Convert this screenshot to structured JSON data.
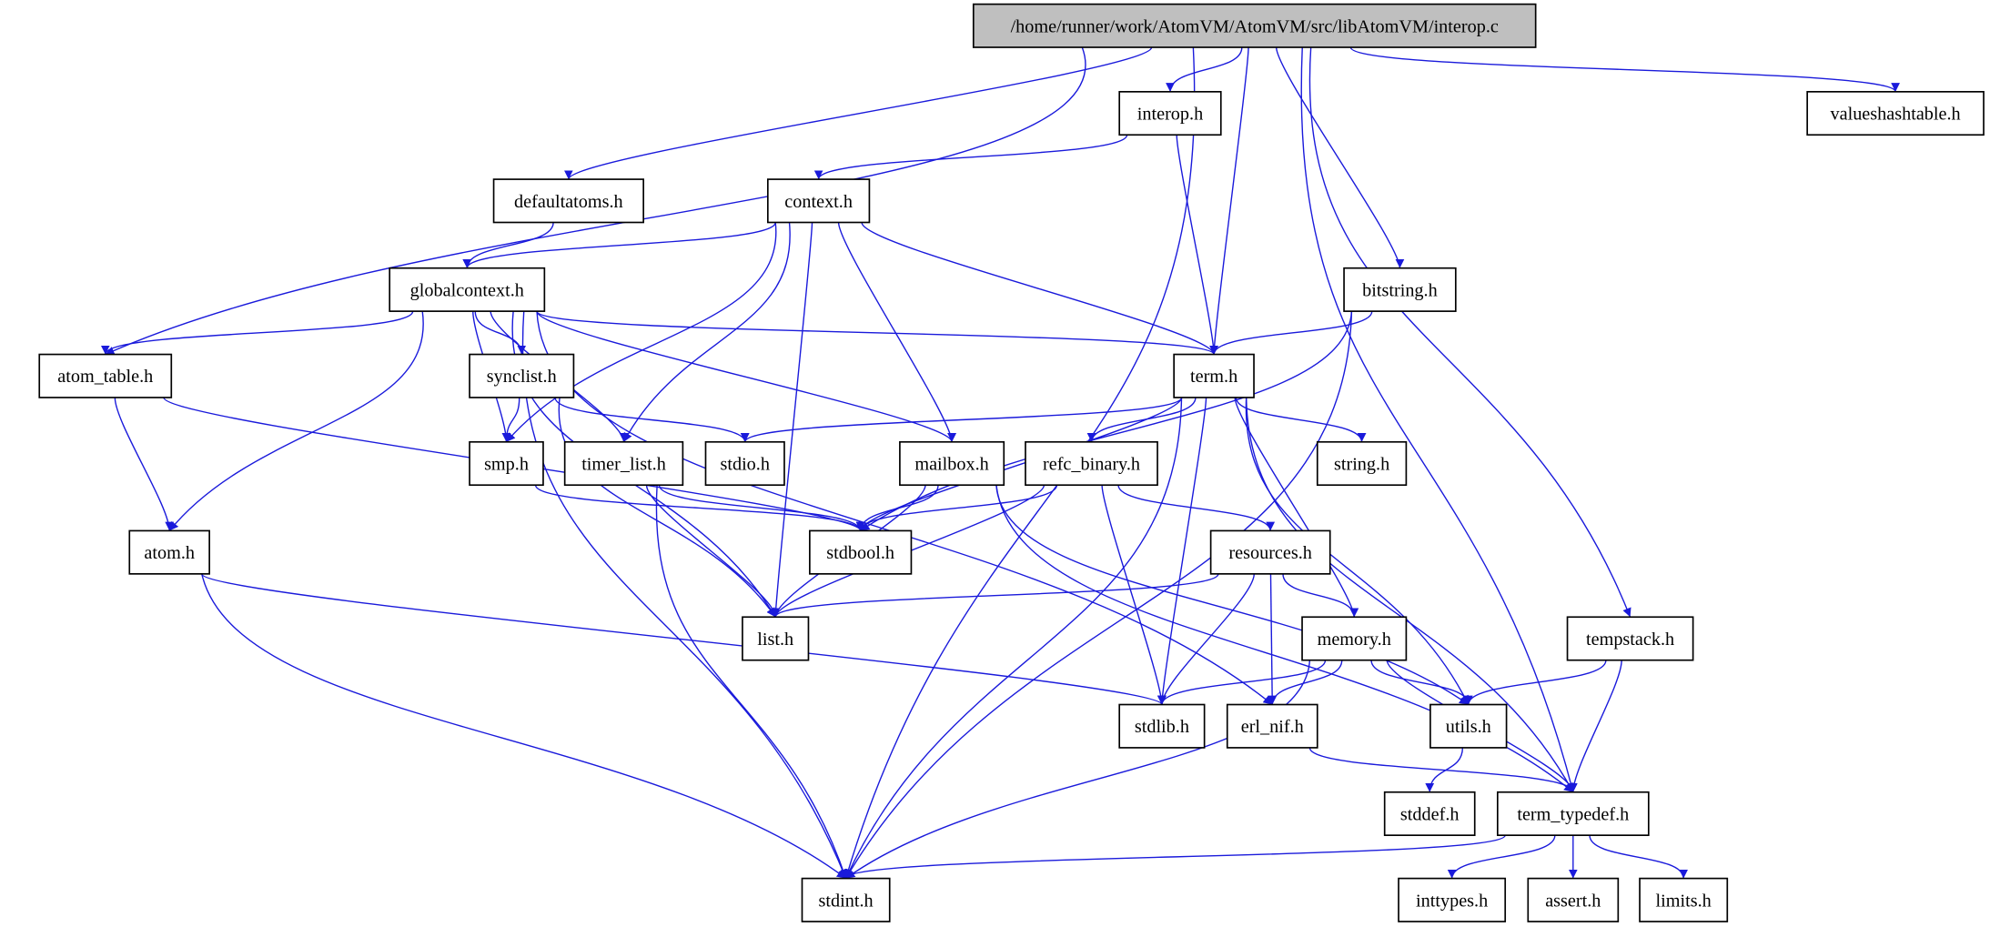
{
  "graph": {
    "type": "include-dependency-graph",
    "root": "/home/runner/work/AtomVM/AtomVM/src/libAtomVM/interop.c",
    "colors": {
      "root_fill": "#bfbfbf",
      "edge": "#1a1adb",
      "node_border": "#000000"
    },
    "nodes": [
      {
        "id": "interop_c",
        "label": "/home/runner/work/AtomVM/AtomVM/src/libAtomVM/interop.c"
      },
      {
        "id": "interop_h",
        "label": "interop.h"
      },
      {
        "id": "valueshashtable_h",
        "label": "valueshashtable.h"
      },
      {
        "id": "defaultatoms_h",
        "label": "defaultatoms.h"
      },
      {
        "id": "context_h",
        "label": "context.h"
      },
      {
        "id": "globalcontext_h",
        "label": "globalcontext.h"
      },
      {
        "id": "bitstring_h",
        "label": "bitstring.h"
      },
      {
        "id": "atom_table_h",
        "label": "atom_table.h"
      },
      {
        "id": "synclist_h",
        "label": "synclist.h"
      },
      {
        "id": "term_h",
        "label": "term.h"
      },
      {
        "id": "smp_h",
        "label": "smp.h"
      },
      {
        "id": "timer_list_h",
        "label": "timer_list.h"
      },
      {
        "id": "stdio_h",
        "label": "stdio.h"
      },
      {
        "id": "mailbox_h",
        "label": "mailbox.h"
      },
      {
        "id": "refc_binary_h",
        "label": "refc_binary.h"
      },
      {
        "id": "string_h",
        "label": "string.h"
      },
      {
        "id": "atom_h",
        "label": "atom.h"
      },
      {
        "id": "stdbool_h",
        "label": "stdbool.h"
      },
      {
        "id": "resources_h",
        "label": "resources.h"
      },
      {
        "id": "list_h",
        "label": "list.h"
      },
      {
        "id": "memory_h",
        "label": "memory.h"
      },
      {
        "id": "tempstack_h",
        "label": "tempstack.h"
      },
      {
        "id": "stdlib_h",
        "label": "stdlib.h"
      },
      {
        "id": "erl_nif_h",
        "label": "erl_nif.h"
      },
      {
        "id": "utils_h",
        "label": "utils.h"
      },
      {
        "id": "stddef_h",
        "label": "stddef.h"
      },
      {
        "id": "term_typedef_h",
        "label": "term_typedef.h"
      },
      {
        "id": "stdint_h",
        "label": "stdint.h"
      },
      {
        "id": "inttypes_h",
        "label": "inttypes.h"
      },
      {
        "id": "assert_h",
        "label": "assert.h"
      },
      {
        "id": "limits_h",
        "label": "limits.h"
      }
    ],
    "edges": [
      [
        "interop_c",
        "stdint_h"
      ],
      [
        "interop_c",
        "atom_table_h"
      ],
      [
        "interop_c",
        "defaultatoms_h"
      ],
      [
        "interop_c",
        "interop_h"
      ],
      [
        "interop_c",
        "term_h"
      ],
      [
        "interop_c",
        "bitstring_h"
      ],
      [
        "interop_c",
        "tempstack_h"
      ],
      [
        "interop_c",
        "term_typedef_h"
      ],
      [
        "interop_c",
        "valueshashtable_h"
      ],
      [
        "interop_h",
        "context_h"
      ],
      [
        "interop_h",
        "term_h"
      ],
      [
        "defaultatoms_h",
        "globalcontext_h"
      ],
      [
        "context_h",
        "globalcontext_h"
      ],
      [
        "context_h",
        "smp_h"
      ],
      [
        "context_h",
        "timer_list_h"
      ],
      [
        "context_h",
        "list_h"
      ],
      [
        "context_h",
        "mailbox_h"
      ],
      [
        "context_h",
        "term_h"
      ],
      [
        "globalcontext_h",
        "atom_table_h"
      ],
      [
        "globalcontext_h",
        "atom_h"
      ],
      [
        "globalcontext_h",
        "stdint_h"
      ],
      [
        "globalcontext_h",
        "erl_nif_h"
      ],
      [
        "globalcontext_h",
        "list_h"
      ],
      [
        "globalcontext_h",
        "smp_h"
      ],
      [
        "globalcontext_h",
        "synclist_h"
      ],
      [
        "globalcontext_h",
        "timer_list_h"
      ],
      [
        "globalcontext_h",
        "mailbox_h"
      ],
      [
        "globalcontext_h",
        "term_h"
      ],
      [
        "bitstring_h",
        "term_h"
      ],
      [
        "bitstring_h",
        "stdbool_h"
      ],
      [
        "bitstring_h",
        "stdint_h"
      ],
      [
        "atom_table_h",
        "atom_h"
      ],
      [
        "atom_table_h",
        "stdbool_h"
      ],
      [
        "synclist_h",
        "smp_h"
      ],
      [
        "synclist_h",
        "stdio_h"
      ],
      [
        "synclist_h",
        "list_h"
      ],
      [
        "term_h",
        "stdbool_h"
      ],
      [
        "term_h",
        "stdio_h"
      ],
      [
        "term_h",
        "refc_binary_h"
      ],
      [
        "term_h",
        "string_h"
      ],
      [
        "term_h",
        "memory_h"
      ],
      [
        "term_h",
        "utils_h"
      ],
      [
        "term_h",
        "term_typedef_h"
      ],
      [
        "term_h",
        "stdint_h"
      ],
      [
        "term_h",
        "stdlib_h"
      ],
      [
        "smp_h",
        "stdbool_h"
      ],
      [
        "timer_list_h",
        "stdbool_h"
      ],
      [
        "timer_list_h",
        "list_h"
      ],
      [
        "timer_list_h",
        "stdint_h"
      ],
      [
        "mailbox_h",
        "stdbool_h"
      ],
      [
        "mailbox_h",
        "list_h"
      ],
      [
        "mailbox_h",
        "term_typedef_h"
      ],
      [
        "mailbox_h",
        "utils_h"
      ],
      [
        "refc_binary_h",
        "stdbool_h"
      ],
      [
        "refc_binary_h",
        "list_h"
      ],
      [
        "refc_binary_h",
        "stdlib_h"
      ],
      [
        "refc_binary_h",
        "resources_h"
      ],
      [
        "atom_h",
        "stdint_h"
      ],
      [
        "atom_h",
        "stdlib_h"
      ],
      [
        "resources_h",
        "list_h"
      ],
      [
        "resources_h",
        "stdlib_h"
      ],
      [
        "resources_h",
        "erl_nif_h"
      ],
      [
        "resources_h",
        "memory_h"
      ],
      [
        "memory_h",
        "stdlib_h"
      ],
      [
        "memory_h",
        "erl_nif_h"
      ],
      [
        "memory_h",
        "utils_h"
      ],
      [
        "memory_h",
        "term_typedef_h"
      ],
      [
        "memory_h",
        "stdint_h"
      ],
      [
        "tempstack_h",
        "utils_h"
      ],
      [
        "tempstack_h",
        "term_typedef_h"
      ],
      [
        "erl_nif_h",
        "term_typedef_h"
      ],
      [
        "utils_h",
        "stddef_h"
      ],
      [
        "term_typedef_h",
        "stdint_h"
      ],
      [
        "term_typedef_h",
        "inttypes_h"
      ],
      [
        "term_typedef_h",
        "assert_h"
      ],
      [
        "term_typedef_h",
        "limits_h"
      ]
    ]
  }
}
